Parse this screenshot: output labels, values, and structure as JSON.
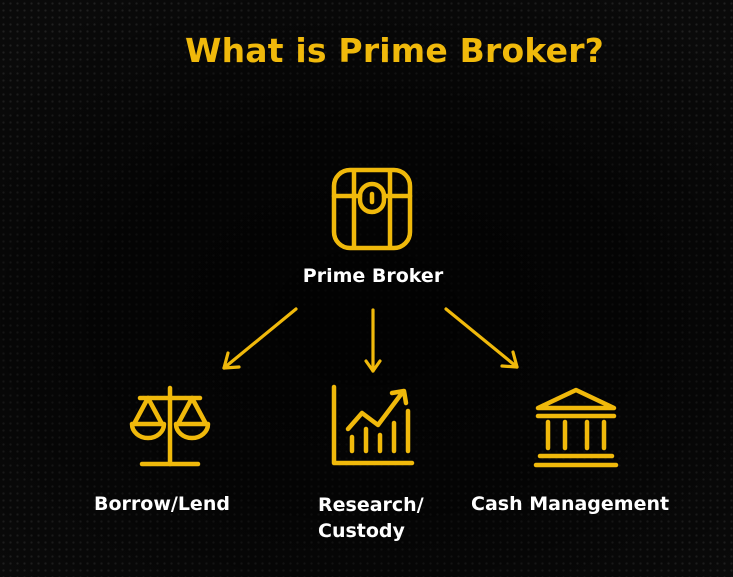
{
  "title": "What is Prime Broker?",
  "root": {
    "label": "Prime Broker",
    "icon": "treasure-chest-icon"
  },
  "children": [
    {
      "label": "Borrow/Lend",
      "icon": "balance-scale-icon"
    },
    {
      "label": "Research/ Custody",
      "icon": "bar-chart-trend-icon"
    },
    {
      "label": "Cash Management",
      "icon": "bank-building-icon"
    }
  ],
  "colors": {
    "accent": "#F0B90B",
    "text": "#FFFFFF",
    "background": "#0A0A0A"
  }
}
